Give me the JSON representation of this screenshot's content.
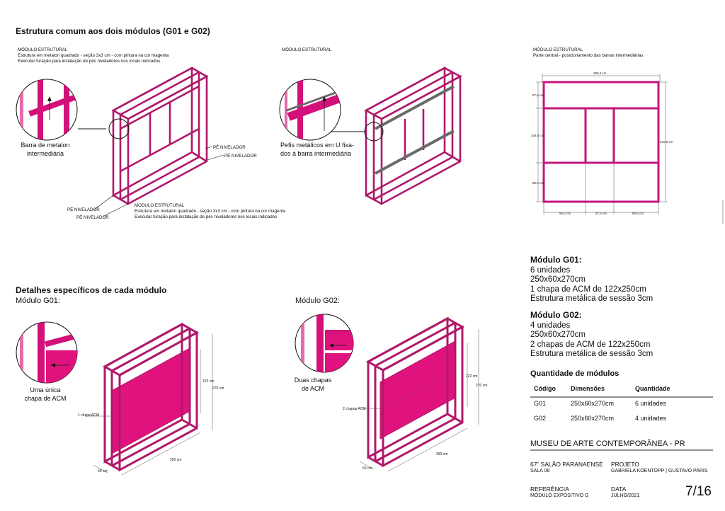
{
  "section1_title": "Estrutura comum aos dois módulos (G01 e G02)",
  "mod1": {
    "label": "MÓDULO ESTRUTURAL",
    "desc1": "Estrutura em metalon quadrado - seção 3x3 cm - com pintura na cor magenta",
    "desc2": "Executar furação para instalação de pés niveladores nos locais indicados",
    "detail_caption_1": "Barra de metalon",
    "detail_caption_2": "intermediária",
    "pe_nivelador": "PÉ NIVELADOR",
    "bottom_label": "MÓDULO ESTRUTURAL",
    "bottom_desc1": "Estrutura em metalon quadrado - seção 3x3 cm - com pintura na cor magenta",
    "bottom_desc2": "Executar furação para instalação de pés niveladores nos locais indicados"
  },
  "mod2": {
    "label": "MÓDULO ESTRUTURAL",
    "caption_1": "Pefis metálicos em U fixa-",
    "caption_2": "dos à barra intermediária"
  },
  "mod3": {
    "label": "MÓDULO ESTRUTURAL",
    "desc": "Parte central - posicionamento das barras intermediárias",
    "dim_top": "285,5 cm",
    "dim_left_top": "57,5 cm",
    "dim_left_mid": "104,0 cm",
    "dim_left_bot": "85,0 cm",
    "dim_right": "270,0 cm",
    "dim_bot_1": "95,5 cm",
    "dim_bot_2": "57,5 cm",
    "dim_bot_3": "95,5 cm"
  },
  "section2_title": "Detalhes específicos de cada módulo",
  "g01": {
    "title": "Módulo G01:",
    "caption_1": "Uma única",
    "caption_2": "chapa de ACM",
    "dim_122": "122 cm",
    "dim_270": "270 cm",
    "dim_250": "250 cm",
    "dim_60": "60 cm",
    "acm_label": "1 chapa ACM"
  },
  "g02": {
    "title": "Módulo G02:",
    "caption_1": "Duas chapas",
    "caption_2": "de ACM",
    "dim_122": "122 cm",
    "dim_270": "270 cm",
    "dim_250": "250 cm",
    "dim_60": "60 cm",
    "acm_label": "2 chapas ACM"
  },
  "spec_g01": {
    "title": "Módulo G01:",
    "l1": "6 unidades",
    "l2": "250x60x270cm",
    "l3": "1 chapa de ACM de 122x250cm",
    "l4": "Estrutura metálica de sessão 3cm"
  },
  "spec_g02": {
    "title": "Módulo G02:",
    "l1": "4 unidades",
    "l2": "250x60x270cm",
    "l3": "2 chapas de ACM de 122x250cm",
    "l4": "Estrutura metálica de sessão 3cm"
  },
  "quantity": {
    "title": "Quantidade de módulos",
    "headers": [
      "Código",
      "Dimensões",
      "Quantidade"
    ],
    "rows": [
      [
        "G01",
        "250x60x270cm",
        "6 unidades"
      ],
      [
        "G02",
        "250x60x270cm",
        "4 unidades"
      ]
    ]
  },
  "titleblock": {
    "museum": "MUSEU DE ARTE CONTEMPORÂNEA - PR",
    "salon": "67˚ SALÃO PARANAENSE",
    "room": "SALA 08",
    "project_label": "PROJETO",
    "project_value": "GABRIELA KOENTOPP | GUSTAVO PARIS",
    "ref_label": "REFERÊNCIA",
    "ref_value": "MÓDULO EXPOSITIVO G",
    "date_label": "DATA",
    "date_value": "JULHO/2021",
    "page": "7/16"
  },
  "colors": {
    "magenta": "#d4107a",
    "frame": "#b01869",
    "acm": "#e0137e",
    "grey": "#6a6a6a"
  }
}
